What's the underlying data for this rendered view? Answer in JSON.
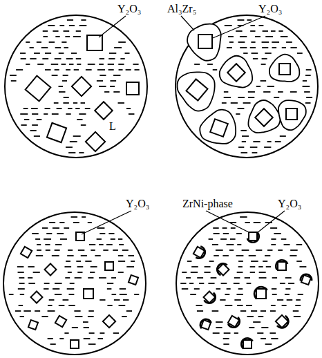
{
  "diagram": {
    "labels": [
      "Y₂O₃",
      "L",
      "Al₃Zr₅",
      "Y₂O₃",
      "Y₂O₃",
      "ZrNi-phase",
      "Y₂O₃"
    ]
  }
}
